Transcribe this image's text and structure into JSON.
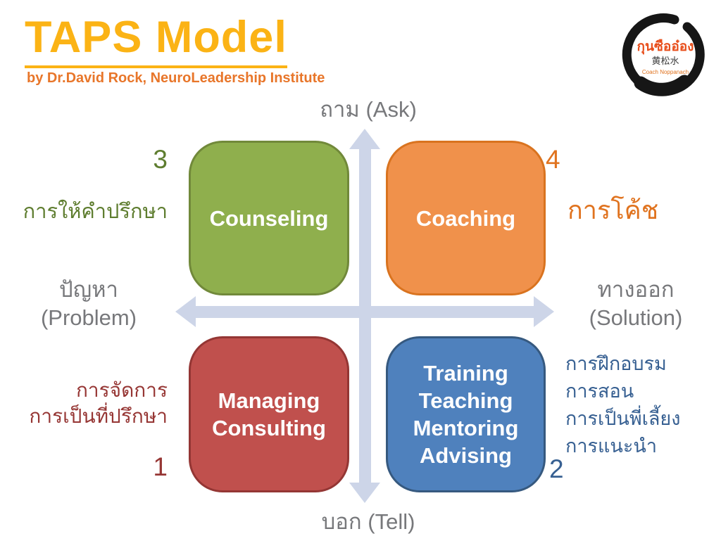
{
  "header": {
    "title": "TAPS Model",
    "subtitle": "by Dr.David Rock, NeuroLeadership Institute"
  },
  "logo": {
    "thai_name": "กุนซืออ๋อง",
    "chinese_name": "黄松水",
    "caption": "Coach Noppanach"
  },
  "axes": {
    "top_label": "ถาม (Ask)",
    "bottom_label": "บอก (Tell)",
    "left_label_line1": "ปัญหา",
    "left_label_line2": "(Problem)",
    "right_label_line1": "ทางออก",
    "right_label_line2": "(Solution)"
  },
  "quadrants": {
    "counseling": {
      "number": "3",
      "box_label": "Counseling",
      "side_label": "การให้คำปรึกษา",
      "fill_color": "#8FAF4D",
      "border_color": "#71893A",
      "accent_color": "#5E7D2F"
    },
    "coaching": {
      "number": "4",
      "box_label": "Coaching",
      "side_label": "การโค้ช",
      "fill_color": "#F0914B",
      "border_color": "#D9731F",
      "accent_color": "#E0731F"
    },
    "managing": {
      "number": "1",
      "box_lines": [
        "Managing",
        "Consulting"
      ],
      "side_lines": [
        "การจัดการ",
        "การเป็นที่ปรึกษา"
      ],
      "fill_color": "#C0504D",
      "border_color": "#943634",
      "accent_color": "#963634"
    },
    "training": {
      "number": "2",
      "box_lines": [
        "Training",
        "Teaching",
        "Mentoring",
        "Advising"
      ],
      "side_lines": [
        "การฝึกอบรม",
        "การสอน",
        "การเป็นพี่เลี้ยง",
        "การแนะนำ"
      ],
      "fill_color": "#4F81BD",
      "border_color": "#36597F",
      "accent_color": "#376092"
    }
  },
  "colors": {
    "title_gold": "#FBB315",
    "subtitle_orange": "#E8762A",
    "axis_arrow": "#CDD5E8",
    "axis_text_gray": "#77787B",
    "background": "#FFFFFF"
  }
}
